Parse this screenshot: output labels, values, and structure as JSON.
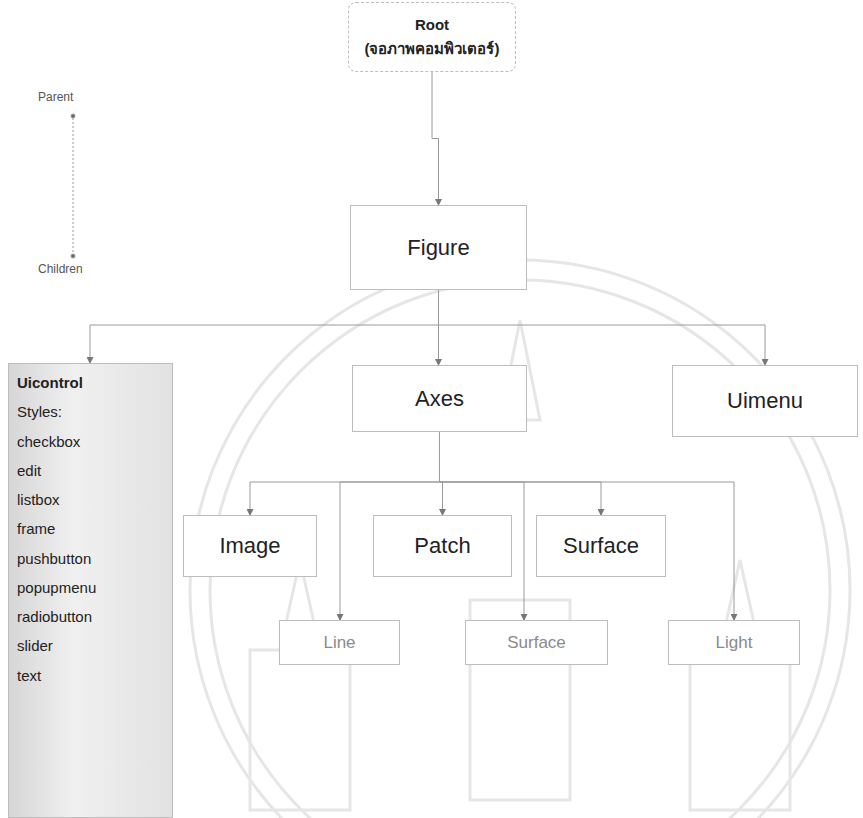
{
  "diagram": {
    "nodes": [
      {
        "text": [
          "Root",
          "(จอภาพคอมพิวเตอร์)"
        ]
      },
      {
        "text": [
          "Figure"
        ]
      },
      {
        "text": [
          "Uicontrol",
          "Styles:",
          "checkbox",
          "edit",
          "listbox",
          "frame",
          "pushbutton",
          "popupmenu",
          "radiobutton",
          "slider",
          "text"
        ]
      },
      {
        "text": [
          "Axes"
        ]
      },
      {
        "text": [
          "Uimenu"
        ]
      },
      {
        "text": [
          "Image"
        ]
      },
      {
        "text": [
          "Patch"
        ]
      },
      {
        "text": [
          "Surface"
        ]
      },
      {
        "text": [
          "Line"
        ]
      },
      {
        "text": [
          "Surface"
        ]
      },
      {
        "text": [
          "Light"
        ]
      }
    ],
    "edges": [
      {
        "from": 0,
        "to": 1,
        "arrow": "to"
      },
      {
        "from": 1,
        "to": 2,
        "arrow": "to"
      },
      {
        "from": 1,
        "to": 3,
        "arrow": "to"
      },
      {
        "from": 1,
        "to": 4,
        "arrow": "to"
      },
      {
        "from": 3,
        "to": 5,
        "arrow": "to"
      },
      {
        "from": 3,
        "to": 6,
        "arrow": "to"
      },
      {
        "from": 3,
        "to": 7,
        "arrow": "to"
      },
      {
        "from": 3,
        "to": 8,
        "arrow": "to"
      },
      {
        "from": 3,
        "to": 9,
        "arrow": "to"
      },
      {
        "from": 3,
        "to": 10,
        "arrow": "to"
      }
    ],
    "labels": [
      "Parent",
      "Children"
    ]
  }
}
